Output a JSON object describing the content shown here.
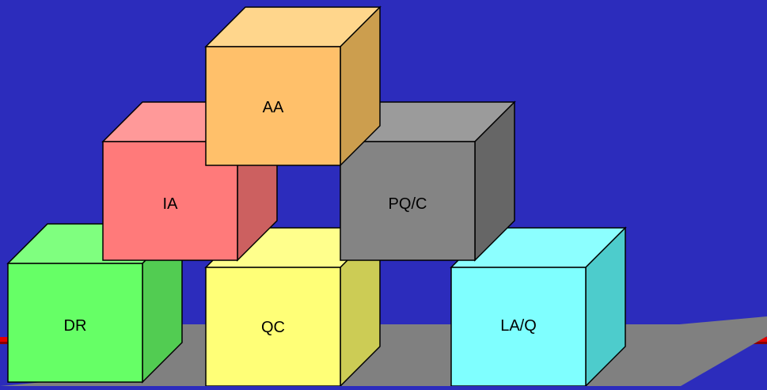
{
  "colors": {
    "background": "#2c2cbc",
    "floor": "#808080",
    "floor_stripe": "#e00000",
    "outline": "#000000"
  },
  "blocks": [
    {
      "id": "dr",
      "label": "DR",
      "front": "#66ff66",
      "top": "#7fff7f",
      "side": "#52cc52"
    },
    {
      "id": "qc",
      "label": "QC",
      "front": "#ffff77",
      "top": "#ffff8c",
      "side": "#cccc55"
    },
    {
      "id": "laq",
      "label": "LA/Q",
      "front": "#7fffff",
      "top": "#8cffff",
      "side": "#4dcccc"
    },
    {
      "id": "ia",
      "label": "IA",
      "front": "#ff7a7a",
      "top": "#ff9999",
      "side": "#cc6060"
    },
    {
      "id": "pqc",
      "label": "PQ/C",
      "front": "#848484",
      "top": "#9b9b9b",
      "side": "#666666"
    },
    {
      "id": "aa",
      "label": "AA",
      "front": "#ffc06a",
      "top": "#ffd68c",
      "side": "#cc9e4e"
    }
  ]
}
